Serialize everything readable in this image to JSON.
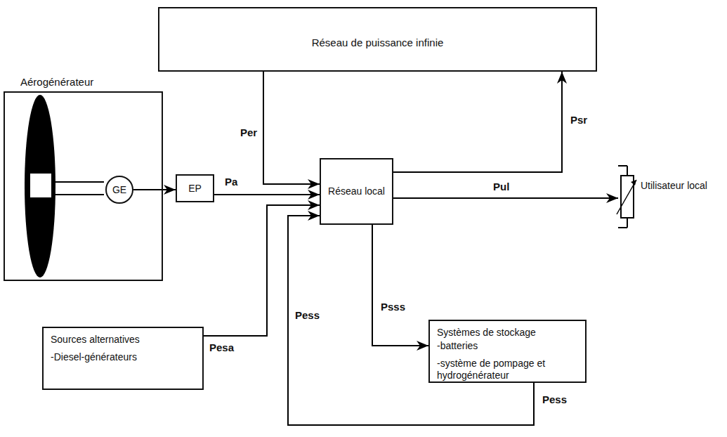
{
  "diagram": {
    "nodes": [
      {
        "text": [
          "Réseau de puissance infinie"
        ]
      },
      {
        "text": [
          "Aérogénérateur"
        ]
      },
      {
        "text": [
          "GE"
        ],
        "in": 1
      },
      {
        "text": [
          "EP"
        ]
      },
      {
        "text": [
          "Réseau local"
        ]
      },
      {
        "text": [
          "Utilisateur local"
        ]
      },
      {
        "text": [
          "Sources alternatives",
          "-Diesel-générateurs"
        ]
      },
      {
        "text": [
          "Systèmes de stockage",
          "-batteries",
          "-système de pompage et hydrogénérateur"
        ]
      }
    ],
    "edges": [
      {
        "from": 2,
        "to": 3,
        "arrow": "to"
      },
      {
        "from": 3,
        "to": 4,
        "label": "Pa",
        "arrow": "to"
      },
      {
        "from": 0,
        "to": 4,
        "label": "Per",
        "arrow": "to"
      },
      {
        "from": 4,
        "to": 0,
        "label": "Psr",
        "arrow": "to"
      },
      {
        "from": 4,
        "to": 5,
        "label": "Pul",
        "arrow": "to"
      },
      {
        "from": 6,
        "to": 4,
        "label": "Pesa",
        "arrow": "to"
      },
      {
        "from": 4,
        "to": 7,
        "label": "Psss",
        "arrow": "to"
      },
      {
        "from": 7,
        "to": 4,
        "label": "Pess",
        "arrow": "to"
      }
    ],
    "labels": [
      "Pess"
    ]
  }
}
